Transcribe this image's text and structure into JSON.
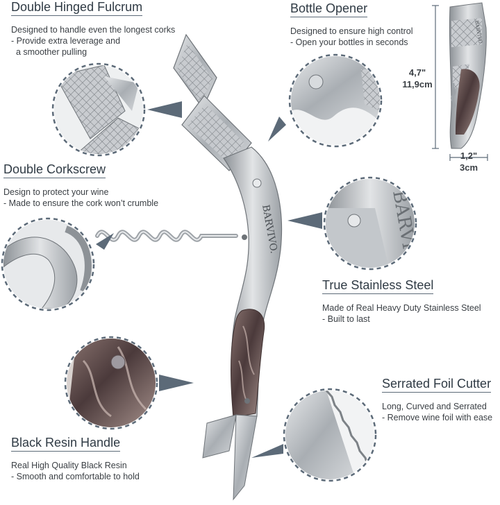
{
  "features": [
    {
      "id": "fulcrum",
      "title": "Double Hinged Fulcrum",
      "lines": [
        "Designed to handle even the longest corks",
        "- Provide extra leverage and",
        "  a smoother pulling"
      ]
    },
    {
      "id": "opener",
      "title": "Bottle Opener",
      "lines": [
        "Designed to ensure high control",
        "- Open your bottles in seconds"
      ]
    },
    {
      "id": "corkscrew",
      "title": "Double Corkscrew",
      "lines": [
        "Design to protect your wine",
        "- Made to ensure the cork won’t crumble"
      ]
    },
    {
      "id": "steel",
      "title": "True Stainless Steel",
      "lines": [
        "Made of Real Heavy Duty Stainless Steel",
        "- Built to last"
      ]
    },
    {
      "id": "cutter",
      "title": "Serrated Foil Cutter",
      "lines": [
        "Long, Curved and Serrated",
        "- Remove wine foil with ease"
      ]
    },
    {
      "id": "handle",
      "title": "Black Resin Handle",
      "lines": [
        "Real High Quality Black Resin",
        "- Smooth and comfortable to hold"
      ]
    }
  ],
  "brand": "BARVIVO.",
  "dimensions": {
    "height_in": "4,7\"",
    "height_cm": "11,9cm",
    "width_in": "1,2\"",
    "width_cm": "3cm"
  },
  "colors": {
    "steel": "#b9bec4",
    "resin": "#5c4a4a",
    "accent": "#5c6a78"
  }
}
